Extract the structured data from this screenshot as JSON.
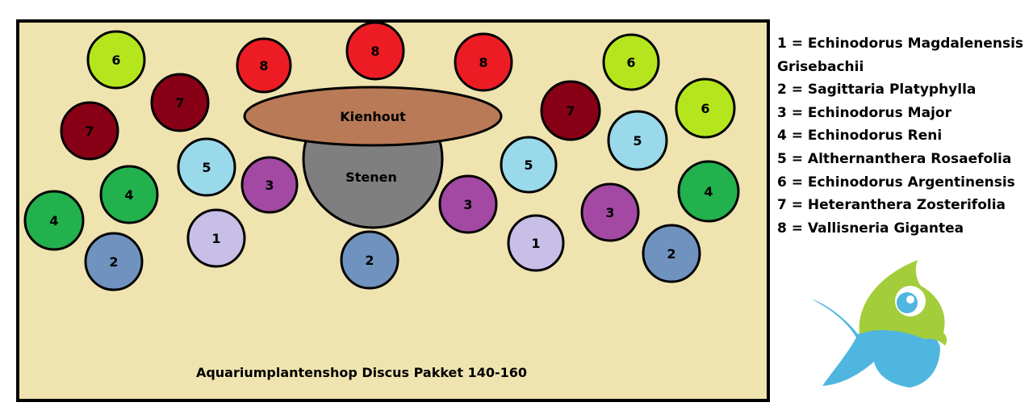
{
  "diagram": {
    "caption": "Aquariumplantenshop Discus Pakket 140-160",
    "driftwood_label": "Kienhout",
    "stone_label": "Stenen",
    "colors": {
      "sand": "#efe4b0",
      "plant_1": "#c8bfe7",
      "plant_2": "#7092be",
      "plant_3": "#a349a4",
      "plant_4": "#22b14c",
      "plant_5": "#99d9ea",
      "plant_6": "#b5e61d",
      "plant_7": "#880015",
      "plant_8": "#ed1c24",
      "driftwood": "#b97a57",
      "stone": "#7f7f7f"
    },
    "plants": [
      {
        "number": "6"
      },
      {
        "number": "8"
      },
      {
        "number": "8"
      },
      {
        "number": "8"
      },
      {
        "number": "6"
      },
      {
        "number": "7"
      },
      {
        "number": "7"
      },
      {
        "number": "7"
      },
      {
        "number": "6"
      },
      {
        "number": "5"
      },
      {
        "number": "5"
      },
      {
        "number": "5"
      },
      {
        "number": "4"
      },
      {
        "number": "4"
      },
      {
        "number": "4"
      },
      {
        "number": "3"
      },
      {
        "number": "3"
      },
      {
        "number": "3"
      },
      {
        "number": "1"
      },
      {
        "number": "1"
      },
      {
        "number": "2"
      },
      {
        "number": "2"
      },
      {
        "number": "2"
      }
    ]
  },
  "legend": [
    "1 = Echinodorus Magdalenensis Grisebachii",
    "2 = Sagittaria Platyphylla",
    "3 = Echinodorus Major",
    "4 = Echinodorus Reni",
    "5 = Althernanthera Rosaefolia",
    "6 = Echinodorus Argentinensis",
    "7 = Heteranthera Zosterifolia",
    "8 = Vallisneria Gigantea"
  ],
  "logo": {
    "icon": "fish-logo-icon",
    "colors": {
      "head": "#a3cd3b",
      "body": "#4fb6e0",
      "eye": "#ffffff",
      "pupil": "#4fb6e0"
    }
  }
}
